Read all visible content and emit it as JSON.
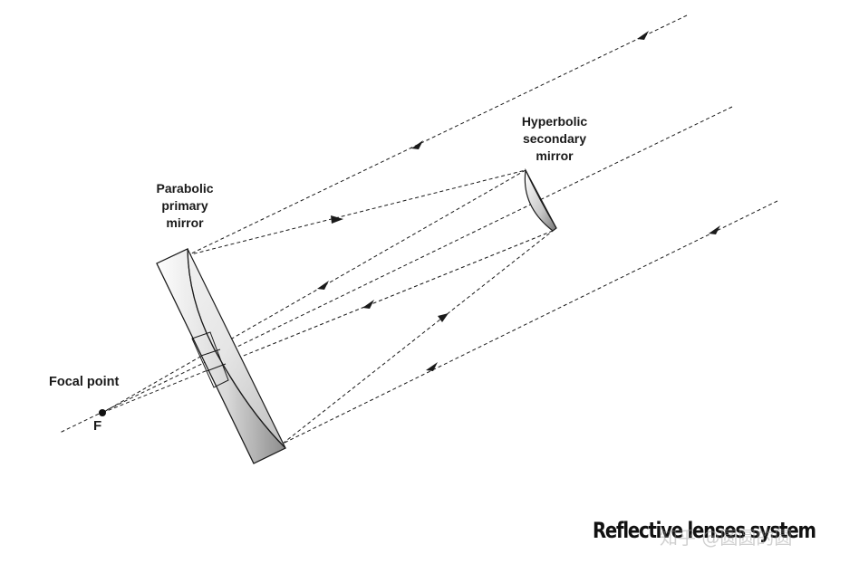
{
  "labels": {
    "primary_mirror": [
      "Parabolic",
      "primary",
      "mirror"
    ],
    "secondary_mirror": [
      "Hyperbolic",
      "secondary",
      "mirror"
    ],
    "focal_point": "Focal point",
    "focal_letter": "F"
  },
  "caption": "Reflective lenses system",
  "watermark": "知乎 @圆圆的圆",
  "colors": {
    "line": "#1a1a1a",
    "mirror_light": "#ffffff",
    "mirror_dark": "#8a8a8a"
  }
}
